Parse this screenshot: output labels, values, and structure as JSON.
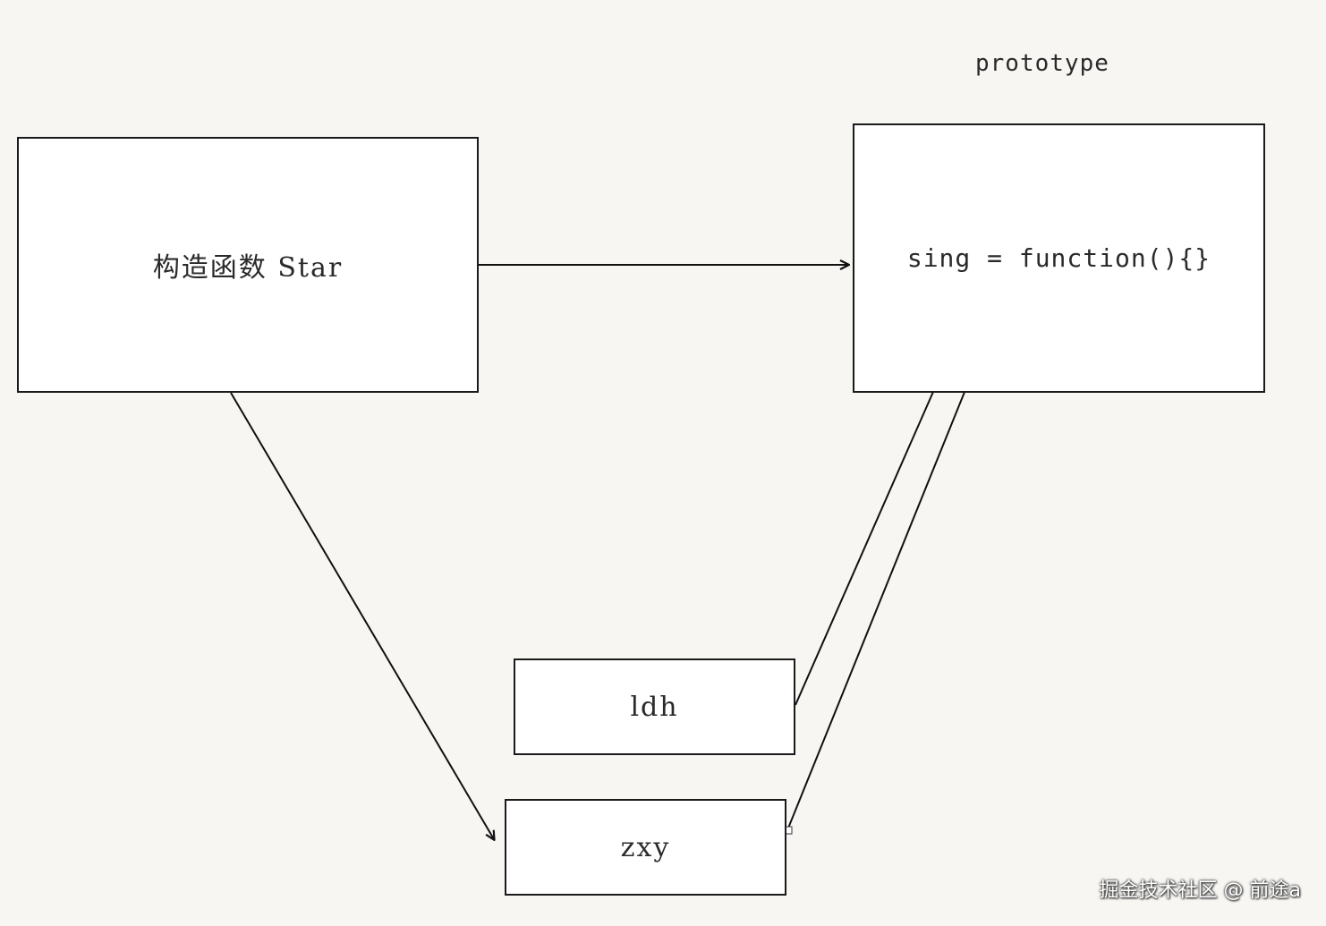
{
  "nodes": {
    "constructor": {
      "label": "构造函数 Star"
    },
    "prototype": {
      "title": "prototype",
      "label": "sing = function(){}"
    },
    "ldh": {
      "label": "ldh"
    },
    "zxy": {
      "label": "zxy"
    }
  },
  "edges": [
    {
      "from": "constructor",
      "to": "prototype"
    },
    {
      "from": "constructor",
      "to": "zxy"
    },
    {
      "from": "ldh",
      "to": "prototype"
    },
    {
      "from": "zxy",
      "to": "prototype"
    }
  ],
  "watermark": "掘金技术社区 @ 前途a",
  "colors": {
    "background": "#f7f6f2",
    "box_fill": "#ffffff",
    "stroke": "#1a1a1a"
  }
}
